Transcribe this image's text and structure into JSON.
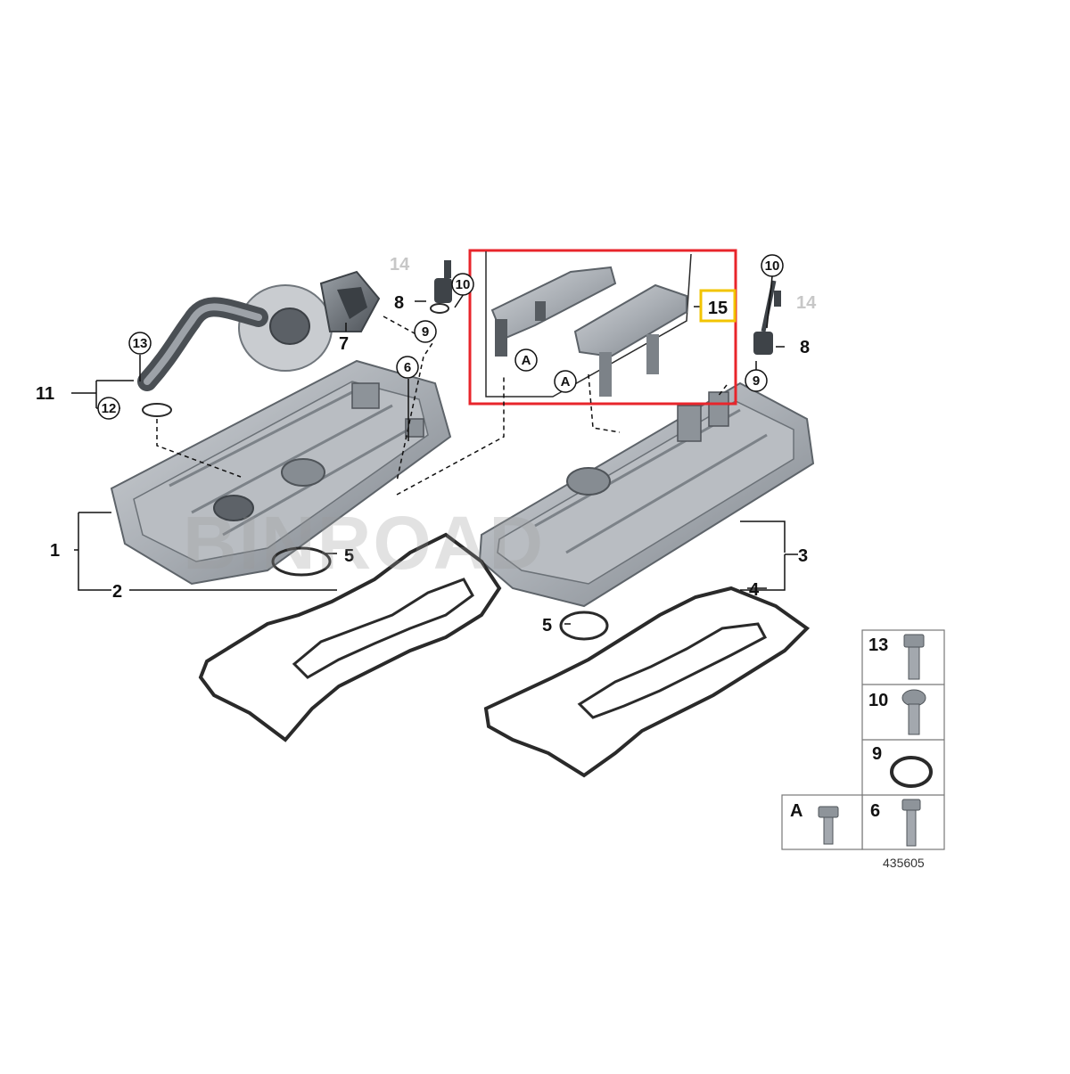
{
  "diagram": {
    "callouts": {
      "c1": "1",
      "c2": "2",
      "c3": "3",
      "c4": "4",
      "c5_left": "5",
      "c5_right": "5",
      "c6": "6",
      "c7": "7",
      "c8_left": "8",
      "c8_right": "8",
      "c9_left": "9",
      "c9_right": "9",
      "c10_left": "10",
      "c10_right": "10",
      "c11": "11",
      "c12": "12",
      "c13": "13",
      "c14_left": "14",
      "c14_right": "14",
      "c15": "15",
      "cA_left": "A",
      "cA_right": "A"
    },
    "legend": {
      "r13": "13",
      "r10": "10",
      "r9": "9",
      "rA": "A",
      "r6": "6"
    },
    "figure_number": "435605",
    "watermark": "BINROAD"
  },
  "colors": {
    "highlight_box": "#e8252b",
    "label_box": "#f2c400",
    "metal": "#a9aeb4",
    "metal_dark": "#6f757c",
    "gasket": "#2a2a2a"
  }
}
